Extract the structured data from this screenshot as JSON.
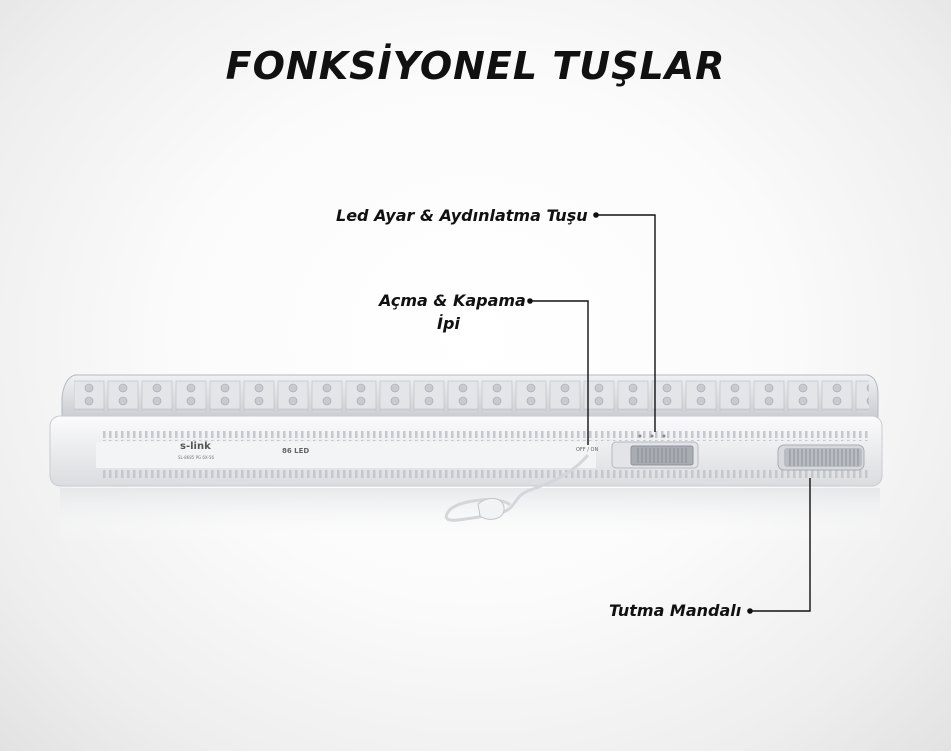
{
  "title": "FONKSİYONEL TUŞLAR",
  "callouts": {
    "led_button": "Led Ayar & Aydınlatma Tuşu",
    "pull_cord_line1": "Açma & Kapama",
    "pull_cord_line2": "İpi",
    "handle": "Tutma Mandalı"
  },
  "product": {
    "brand": "s-link",
    "brand_subtitle": "SL-8685 PG 6X-56",
    "led_count_label": "86 LED",
    "switch_label": "OFF / ON"
  },
  "colors": {
    "body": "#f4f5f7",
    "switch": "#a9adb3",
    "text": "#111111"
  }
}
